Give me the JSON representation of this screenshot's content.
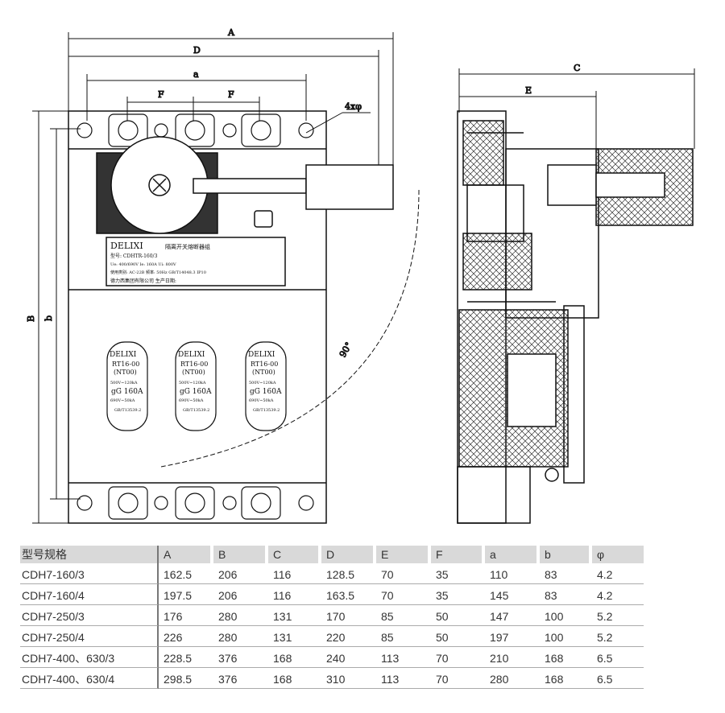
{
  "drawing": {
    "dimensions": {
      "A": "A",
      "D": "D",
      "a": "a",
      "F": "F",
      "holes": "4xφ",
      "B": "B",
      "b": "b",
      "angle": "90°",
      "C": "C",
      "E": "E"
    },
    "switch_plate": {
      "brand": "DELIXI",
      "name": "隔离开关熔断器组",
      "model": "型号: CDHTR-160/3",
      "row2": "Ue: 400/690V  Ie: 160A  Ui: 800V",
      "row3": "使用类别: AC-22B  频率: 50Hz  GB/T14048.3  IP10",
      "maker": "德力西集团有限公司  生产日期:"
    },
    "fuses": [
      {
        "brand": "DELIXI",
        "model": "RT16-00",
        "sub": "(NT00)",
        "r1": "500V~120kA",
        "r2": "gG 160A",
        "r3": "690V~50kA",
        "std": "GB/T13539.2"
      },
      {
        "brand": "DELIXI",
        "model": "RT16-00",
        "sub": "(NT00)",
        "r1": "500V~120kA",
        "r2": "gG 160A",
        "r3": "690V~50kA",
        "std": "GB/T13539.2"
      },
      {
        "brand": "DELIXI",
        "model": "RT16-00",
        "sub": "(NT00)",
        "r1": "500V~120kA",
        "r2": "gG 160A",
        "r3": "690V~50kA",
        "std": "GB/T13539.2"
      }
    ]
  },
  "table": {
    "headers": [
      "型号规格",
      "A",
      "B",
      "C",
      "D",
      "E",
      "F",
      "a",
      "b",
      "φ"
    ],
    "rows": [
      [
        "CDH7-160/3",
        "162.5",
        "206",
        "116",
        "128.5",
        "70",
        "35",
        "110",
        "83",
        "4.2"
      ],
      [
        "CDH7-160/4",
        "197.5",
        "206",
        "116",
        "163.5",
        "70",
        "35",
        "145",
        "83",
        "4.2"
      ],
      [
        "CDH7-250/3",
        "176",
        "280",
        "131",
        "170",
        "85",
        "50",
        "147",
        "100",
        "5.2"
      ],
      [
        "CDH7-250/4",
        "226",
        "280",
        "131",
        "220",
        "85",
        "50",
        "197",
        "100",
        "5.2"
      ],
      [
        "CDH7-400、630/3",
        "228.5",
        "376",
        "168",
        "240",
        "113",
        "70",
        "210",
        "168",
        "6.5"
      ],
      [
        "CDH7-400、630/4",
        "298.5",
        "376",
        "168",
        "310",
        "113",
        "70",
        "280",
        "168",
        "6.5"
      ]
    ]
  }
}
